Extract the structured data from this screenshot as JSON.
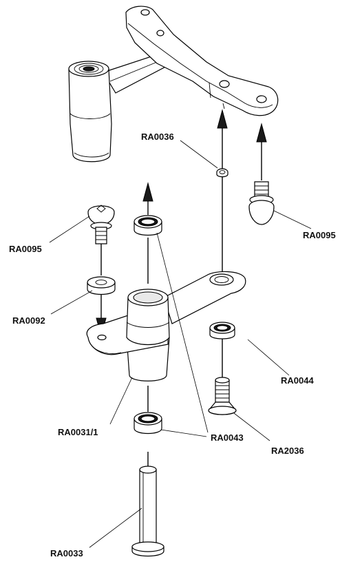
{
  "labels": {
    "ra0036": "RA0036",
    "ra0095_left": "RA0095",
    "ra0095_right": "RA0095",
    "ra0092": "RA0092",
    "ra0044": "RA0044",
    "ra0031_1": "RA0031/1",
    "ra0043": "RA0043",
    "ra2036": "RA2036",
    "ra0033": "RA0033"
  }
}
